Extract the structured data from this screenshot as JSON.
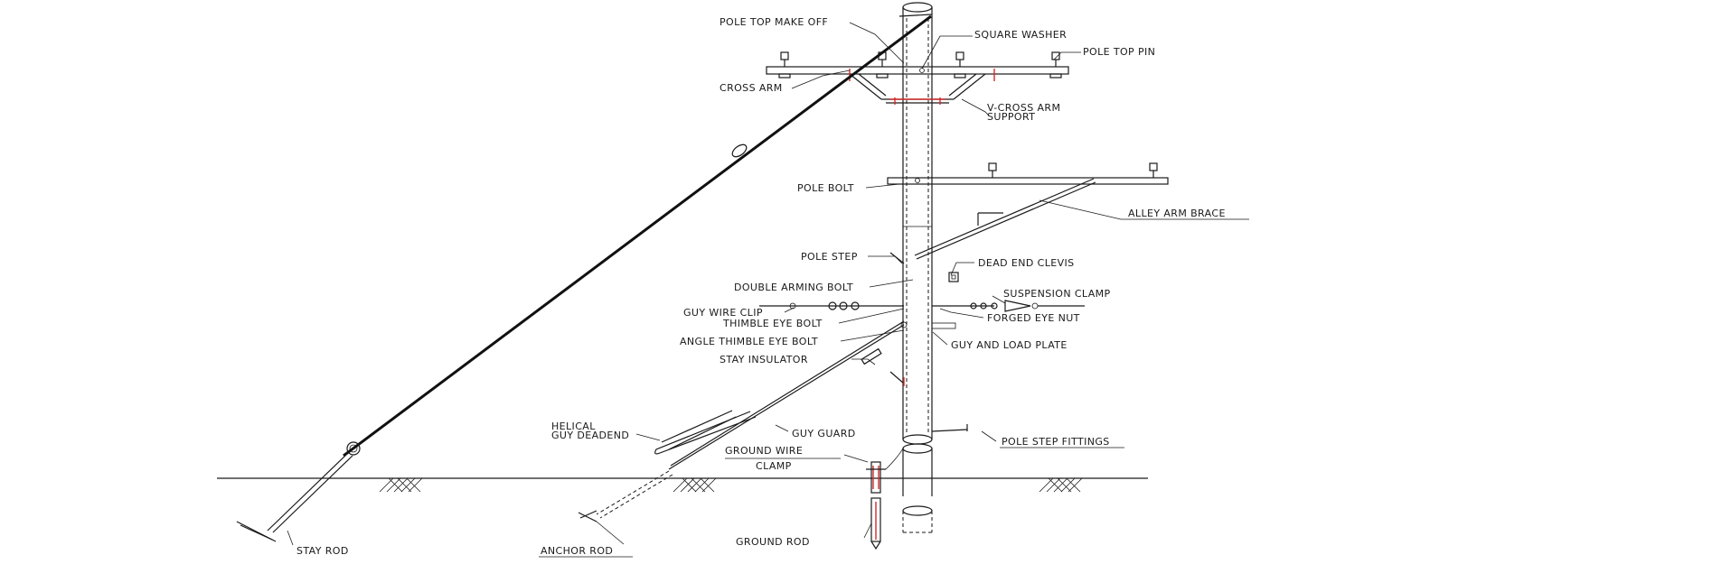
{
  "labels": {
    "pole_top_make_off": "POLE TOP MAKE OFF",
    "square_washer": "SQUARE WASHER",
    "pole_top_pin": "POLE TOP PIN",
    "cross_arm": "CROSS ARM",
    "v_cross_arm_support_1": "V-CROSS ARM",
    "v_cross_arm_support_2": "SUPPORT",
    "pole_bolt": "POLE BOLT",
    "alley_arm_brace": "ALLEY ARM BRACE",
    "pole_step": "POLE STEP",
    "dead_end_clevis": "DEAD END CLEVIS",
    "double_arming_bolt": "DOUBLE ARMING BOLT",
    "suspension_clamp": "SUSPENSION CLAMP",
    "guy_wire_clip": "GUY WIRE CLIP",
    "forged_eye_nut": "FORGED EYE NUT",
    "thimble_eye_bolt": "THIMBLE EYE BOLT",
    "angle_thimble_eye_bolt": "ANGLE THIMBLE EYE BOLT",
    "guy_and_load_plate": "GUY AND LOAD PLATE",
    "stay_insulator": "STAY INSULATOR",
    "helical_guy_deadend_1": "HELICAL",
    "helical_guy_deadend_2": "GUY DEADEND",
    "guy_guard": "GUY GUARD",
    "pole_step_fittings": "POLE STEP FITTINGS",
    "ground_wire_clamp_1": "GROUND WIRE",
    "ground_wire_clamp_2": "CLAMP",
    "stay_rod": "STAY ROD",
    "anchor_rod": "ANCHOR ROD",
    "ground_rod": "GROUND ROD"
  },
  "colors": {
    "line": "#1a1a1a",
    "accent": "#d22b2b",
    "background": "#ffffff"
  }
}
